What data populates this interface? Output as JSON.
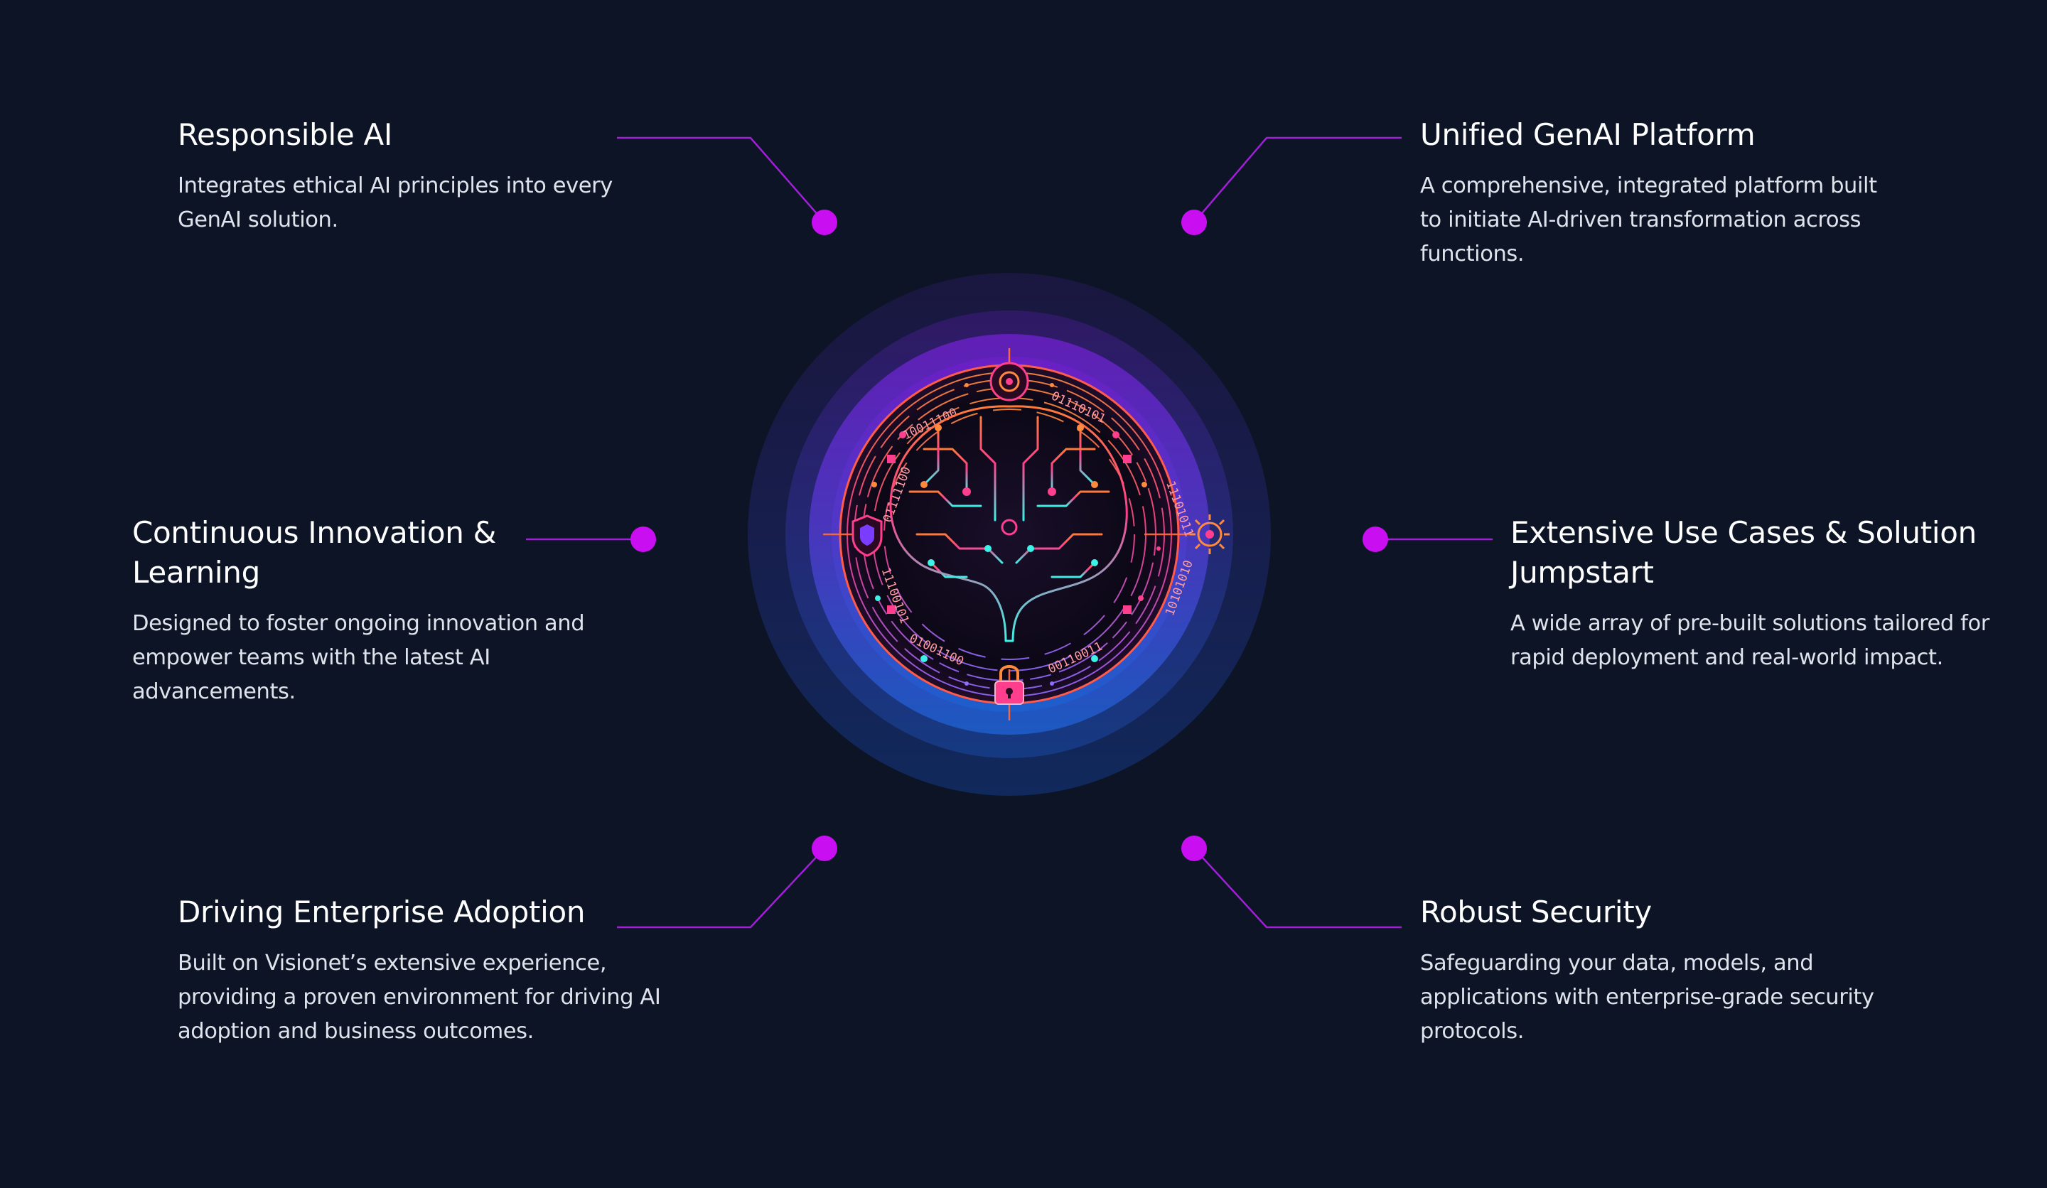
{
  "colors": {
    "background": "#0c1426",
    "connector": "#a21fd8",
    "dot": "#c90ff2",
    "heading": "#ffffff",
    "body": "#dfe3ec",
    "ring_purple": "#6b2bd4",
    "ring_blue": "#1f5cc4",
    "circuit_pink": "#ff3f8e",
    "circuit_cyan": "#3cf2e6",
    "circuit_orange": "#ff8a3d"
  },
  "features": {
    "responsible": {
      "title": "Responsible AI",
      "description": "Integrates ethical AI principles into every GenAI solution."
    },
    "unified": {
      "title": "Unified GenAI Platform",
      "description": "A comprehensive, integrated platform built to initiate AI-driven transformation across functions."
    },
    "continuous": {
      "title": "Continuous Innovation & Learning",
      "description": "Designed to foster ongoing innovation and empower teams with the latest AI advancements."
    },
    "extensive": {
      "title": "Extensive Use Cases & Solution Jumpstart",
      "description": "A wide array of pre-built solutions tailored for rapid deployment and real-world impact."
    },
    "driving": {
      "title": "Driving Enterprise Adoption",
      "description": "Built on Visionet’s extensive experience, providing a proven environment for driving AI adoption and business outcomes."
    },
    "security": {
      "title": "Robust Security",
      "description": "Safeguarding your data, models, and applications with enterprise-grade security protocols."
    }
  },
  "emblem": {
    "binary_top_left": "10011100",
    "binary_top_right": "01110101",
    "binary_left_upper": "01111100",
    "binary_right_upper": "11101011",
    "binary_left_lower": "11100101",
    "binary_right_lower": "10101010",
    "binary_bottom_left": "01001100",
    "binary_bottom_right": "00110011",
    "icons": [
      "shield-icon",
      "gear-icon",
      "lock-icon",
      "chip-icon",
      "brain-icon"
    ]
  }
}
